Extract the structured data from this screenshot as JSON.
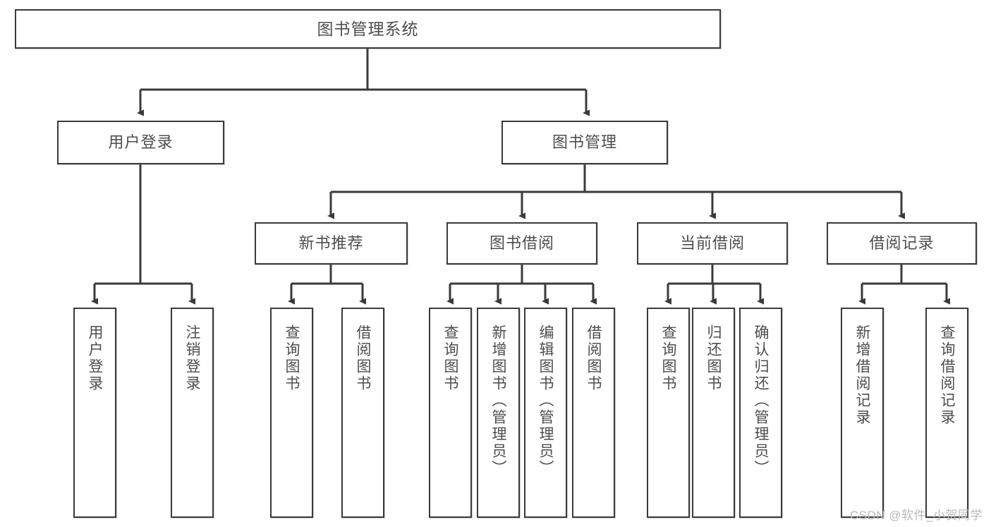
{
  "diagram": {
    "title": "图书管理系统",
    "watermark": "CSDN @软件_小贺同学",
    "line_color": "#3a3a3a",
    "text_color": "#4d4d4d",
    "background": "#ffffff"
  },
  "nodes": {
    "root": {
      "label": "图书管理系统"
    },
    "level2": [
      {
        "label": "用户登录"
      },
      {
        "label": "图书管理"
      }
    ],
    "level3": [
      {
        "label": "新书推荐"
      },
      {
        "label": "图书借阅"
      },
      {
        "label": "当前借阅"
      },
      {
        "label": "借阅记录"
      }
    ],
    "leaves_login": [
      {
        "label": "用户登录"
      },
      {
        "label": "注销登录"
      }
    ],
    "leaves_newbook": [
      {
        "label": "查询图书"
      },
      {
        "label": "借阅图书"
      }
    ],
    "leaves_borrow": [
      {
        "label": "查询图书"
      },
      {
        "label": "新增图书（管理员）"
      },
      {
        "label": "编辑图书（管理员）"
      },
      {
        "label": "借阅图书"
      }
    ],
    "leaves_current": [
      {
        "label": "查询图书"
      },
      {
        "label": "归还图书"
      },
      {
        "label": "确认归还（管理员）"
      }
    ],
    "leaves_records": [
      {
        "label": "新增借阅记录"
      },
      {
        "label": "查询借阅记录"
      }
    ]
  }
}
